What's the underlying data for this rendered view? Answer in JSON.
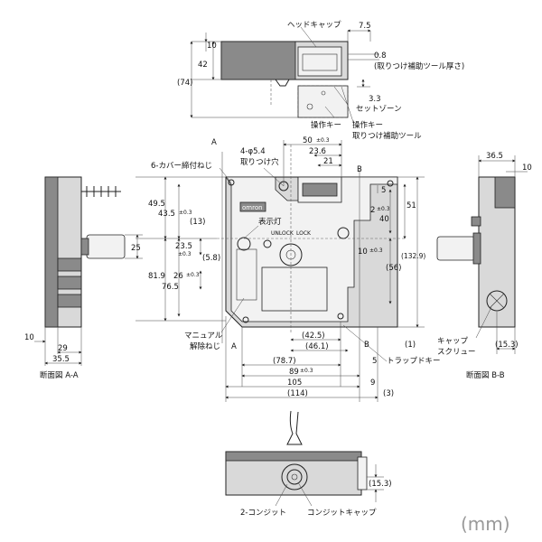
{
  "labels": {
    "head_cap": "ヘッドキャップ",
    "mount_tool_thickness": "取りつけ補助ツール厚さ",
    "set_zone": "セットゾーン",
    "operation_key": "操作キー",
    "operation_key_2": "操作キー",
    "mount_tool": "取りつけ補助ツール",
    "cover_screw": "6-カバー締付ねじ",
    "mount_hole_line1": "4-φ5.4",
    "mount_hole_line2": "取りつけ穴",
    "indicator": "表示灯",
    "brand": "omron",
    "unlock": "UNLOCK",
    "lock": "LOCK",
    "manual_release_line1": "マニュアル",
    "manual_release_line2": "解除ねじ",
    "trap_key": "トラップドキー",
    "cap_screw_line1": "キャップ",
    "cap_screw_line2": "スクリュー",
    "section_aa": "断面図  A-A",
    "section_bb": "断面図  B-B",
    "conduit": "2-コンジット",
    "conduit_cap": "コンジットキャップ",
    "section_a": "A",
    "section_b": "B",
    "unit": "(mm)"
  },
  "dims": {
    "d7_5": "7.5",
    "d10_top": "10",
    "d42": "42",
    "d74": "(74)",
    "d0_8": "0.8",
    "d3_3": "3.3",
    "d50": "50",
    "d50_tol": "±0.3",
    "d23_6": "23.6",
    "d21": "21",
    "d5_right": "5",
    "d2": "2",
    "d2_tol": "±0.3",
    "d40": "40",
    "d51": "51",
    "d10_right": "10",
    "d10_right_tol": "±0.3",
    "d56": "(56)",
    "d132_9": "(132.9)",
    "d49_5": "49.5",
    "d43_5": "43.5",
    "d43_5_tol": "±0.3",
    "d13": "(13)",
    "d23_5": "23.5",
    "d23_5_tol": "±0.3",
    "d5_8": "(5.8)",
    "d81_9": "81.9",
    "d26": "26",
    "d26_tol": "±0.3",
    "d76_5": "76.5",
    "d5_bottom": "5",
    "d42_5": "(42.5)",
    "d46_1": "(46.1)",
    "d1": "(1)",
    "d78_7": "(78.7)",
    "d89": "89",
    "d89_tol": "±0.3",
    "d105": "105",
    "d114": "(114)",
    "d9": "9",
    "d3": "(3)",
    "d25": "25",
    "d10_left": "10",
    "d29": "29",
    "d35_5": "35.5",
    "d36_5": "36.5",
    "d10_bb": "10",
    "d15_3_bb": "(15.3)",
    "d15_3_bottom": "(15.3)"
  }
}
